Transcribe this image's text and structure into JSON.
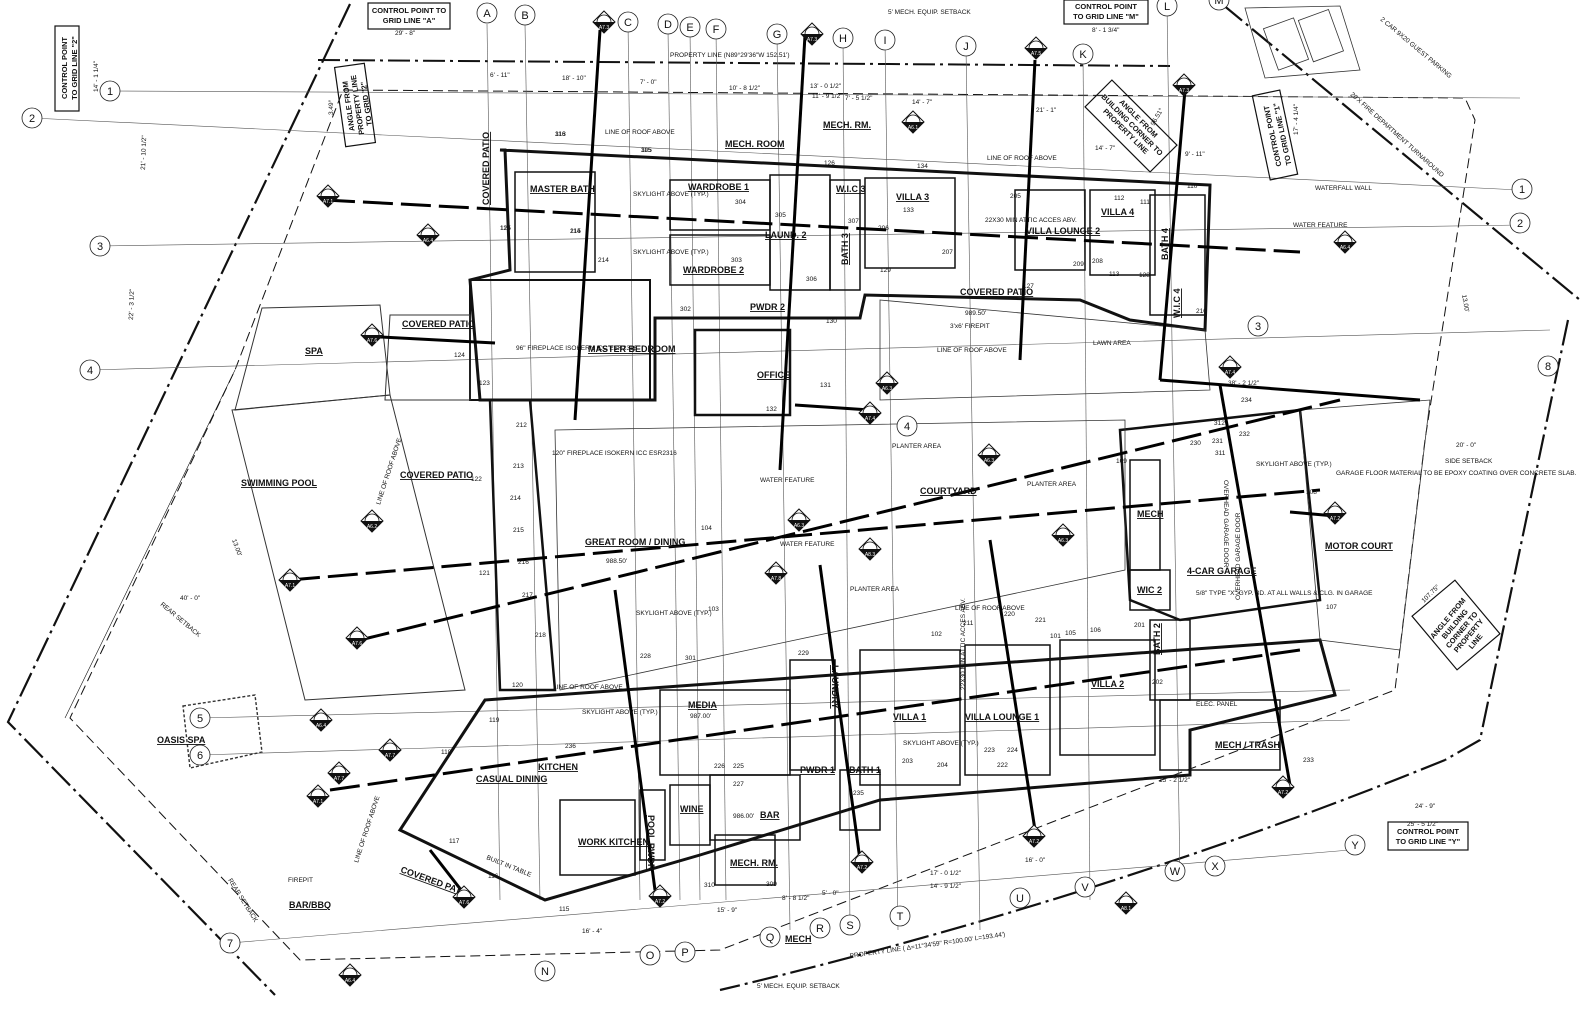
{
  "grid_bubbles_top": [
    "A",
    "B",
    "C",
    "D",
    "E",
    "F",
    "G",
    "H",
    "I",
    "J",
    "K",
    "L",
    "M"
  ],
  "grid_bubbles_left": [
    "1",
    "2",
    "3",
    "4",
    "5",
    "6",
    "7"
  ],
  "grid_bubbles_right": [
    "1",
    "2",
    "3",
    "4",
    "8"
  ],
  "grid_bubbles_bottom": [
    "N",
    "O",
    "P",
    "Q",
    "R",
    "S",
    "T",
    "U",
    "V",
    "W",
    "X",
    "Y"
  ],
  "callouts": {
    "control_a": "CONTROL POINT TO GRID LINE \"A\"",
    "control_2": "CONTROL POINT TO GRID LINE \"2\"",
    "control_m": "CONTROL POINT TO GRID LINE \"M\"",
    "control_1": "CONTROL POINT TO GRID LINE \"1\"",
    "control_y": "CONTROL POINT TO GRID LINE \"Y\"",
    "angle_prop_2": "ANGLE FROM PROPERTY LINE TO GRID \"2\"",
    "angle_bldg_prop": "ANGLE FROM BUILDING CORNER TO PROPERTY LINE",
    "angle_bldg_prop_2": "ANGLE FROM BUILDING CORNER TO PROPERTY LINE"
  },
  "rooms": {
    "master_bath": "MASTER BATH",
    "wardrobe1": "WARDROBE 1",
    "wardrobe2": "WARDROBE 2",
    "mech_room_top": "MECH. ROOM",
    "mech_rm": "MECH. RM.",
    "laund2": "LAUND. 2",
    "wic3": "W.I.C 3",
    "villa3": "VILLA 3",
    "villa4": "VILLA 4",
    "villa_lounge2": "VILLA LOUNGE 2",
    "bath3": "BATH 3",
    "bath4": "BATH 4",
    "wic4": "W.I.C 4",
    "pwdr2": "PWDR 2",
    "covered_patio_top": "COVERED PATIO",
    "covered_patio_left": "COVERED PATIO",
    "master_bedroom": "MASTER BEDROOM",
    "office": "OFFICE",
    "spa": "SPA",
    "swimming_pool": "SWIMMING POOL",
    "covered_patio_mid": "COVERED PATIO",
    "courtyard": "COURTYARD",
    "great_room": "GREAT ROOM / DINING",
    "mech_right": "MECH",
    "four_car_garage": "4-CAR GARAGE",
    "motor_court": "MOTOR COURT",
    "wic2": "WIC 2",
    "bath2": "BATH 2",
    "villa2": "VILLA 2",
    "villa1": "VILLA 1",
    "villa_lounge1": "VILLA LOUNGE 1",
    "laundry": "LAUNDRY",
    "media": "MEDIA",
    "pwdr1": "PWDR 1",
    "bath1": "BATH 1",
    "mech_trash": "MECH / TRASH",
    "elec_panel": "ELEC. PANEL",
    "kitchen": "KITCHEN",
    "casual_dining": "CASUAL DINING",
    "work_kitchen": "WORK KITCHEN",
    "pool_pwdr": "POOL PWDR",
    "wine": "WINE",
    "bar": "BAR",
    "mech_rm_bottom": "MECH. RM.",
    "mech_bottom": "MECH",
    "oasis_spa": "OASIS SPA",
    "covered_patio_bottom": "COVERED PATIO",
    "bar_bbq": "BAR/BBQ",
    "built_in_table": "BUILT IN TABLE",
    "firepit": "FIREPIT",
    "lawn_area": "LAWN AREA",
    "planter_area_1": "PLANTER AREA",
    "planter_area_2": "PLANTER AREA",
    "planter_area_3": "PLANTER AREA",
    "water_feature_1": "WATER FEATURE",
    "water_feature_2": "WATER FEATURE",
    "water_feature_3": "WATER FEATURE",
    "waterfall_wall": "WATERFALL WALL"
  },
  "notes": {
    "property_line_top": "PROPERTY LINE (N89°29'36\"W 152.51')",
    "property_line_bottom": "PROPERTY LINE ( Δ=11°34'59\" R=100.00' L=193.44')",
    "mech_setback_top": "5' MECH. EQUIP. SETBACK",
    "mech_setback_bottom": "5' MECH. EQUIP. SETBACK",
    "side_setback": "SIDE SETBACK",
    "rear_setback": "REAR SETBACK",
    "line_of_roof_above": "LINE OF ROOF ABOVE",
    "skylight_above": "SKYLIGHT ABOVE (TYP.)",
    "fireplace_96": "96\" FIREPLACE ISOKERN ICC ESR2316",
    "fireplace_120": "120\" FIREPLACE ISOKERN ICC ESR2316",
    "garage_floor": "GARAGE FLOOR MATERIAL TO BE EPOXY COATING OVER CONCRETE SLAB.",
    "overhead_door": "OVERHEAD GARAGE DOOR",
    "gyp": "5/8\" TYPE \"X\" GYP. BD. AT ALL WALLS & CLG. IN GARAGE",
    "attic_access": "22X30 MIN ATTIC ACCES ABV.",
    "guest_parking": "2 CAR 9X20 GUEST PARKING",
    "fire_turnaround": "20'X FIRE DEPARTMENT TURNAROUND",
    "elev_989": "989.50'",
    "elev_988": "988.50'",
    "elev_987": "987.00'",
    "elev_986": "986.00'",
    "fireplace_3x6": "3'x6' FIREPIT"
  },
  "dims": {
    "d_29_8": "29' - 8\"",
    "d_8_1_3_4": "8' - 1 3/4\"",
    "d_6_11": "6' - 11\"",
    "d_18_10": "18' - 10\"",
    "d_7_0": "7' - 0\"",
    "d_10_8_1_2": "10' - 8 1/2\"",
    "d_13_0_1_2": "13' - 0 1/2\"",
    "d_11_9_1_2": "11' - 9 1/2\"",
    "d_7_5_1_2": "7' - 5 1/2\"",
    "d_14_7": "14' - 7\"",
    "d_21_1": "21' - 1\"",
    "d_9_11": "9' - 11\"",
    "d_20_0": "20' - 0\"",
    "d_38_2_1_2": "38' - 2 1/2\"",
    "d_15_2_1_2": "15' - 2 1/2\"",
    "d_24_9": "24' - 9\"",
    "d_25_5_1_2": "25' - 5 1/2\"",
    "d_16_0": "16' - 0\"",
    "d_17_0_1_2": "17' - 0 1/2\"",
    "d_14_9_1_2": "14' - 9 1/2\"",
    "d_15_9": "15' - 9\"",
    "d_16_4": "16' - 4\"",
    "d_40_0": "40' - 0\"",
    "d_13_00": "13.00'",
    "d_21_10_1_2": "21' - 10 1/2\"",
    "d_22_3_1_2": "22' - 3 1/2\"",
    "d_17_4_1_4": "17' - 4 1/4\"",
    "d_14_1_1_4": "14' - 1 1/4\"",
    "d_96_51": "96.51°",
    "d_107_75": "107.75°",
    "d_3_49": "3.49°",
    "d_5_0": "5' - 0\"",
    "d_8_8_1_2": "8' - 8 1/2\""
  },
  "room_numbers": [
    "116",
    "115",
    "125",
    "215",
    "214",
    "124",
    "123",
    "212",
    "213",
    "214",
    "215",
    "216",
    "217",
    "218",
    "121",
    "122",
    "120",
    "119",
    "118",
    "117",
    "116",
    "115",
    "302",
    "303",
    "304",
    "305",
    "306",
    "307",
    "126",
    "127",
    "128",
    "129",
    "130",
    "131",
    "132",
    "133",
    "134",
    "113",
    "112",
    "111",
    "110",
    "109",
    "108",
    "107",
    "106",
    "105",
    "104",
    "103",
    "102",
    "101",
    "201",
    "202",
    "203",
    "204",
    "205",
    "206",
    "207",
    "208",
    "209",
    "210",
    "211",
    "220",
    "221",
    "222",
    "223",
    "224",
    "225",
    "226",
    "227",
    "228",
    "229",
    "230",
    "231",
    "232",
    "233",
    "234",
    "235",
    "236",
    "301",
    "309",
    "310",
    "311",
    "312",
    "313",
    "305",
    "113",
    "114"
  ],
  "section_markers": [
    "A7.3",
    "A7.1",
    "A7.5",
    "A7.6",
    "A7.7",
    "A7.2",
    "A7.4",
    "A7.8",
    "A6.1",
    "A6.2",
    "A6.3",
    "A6.4",
    "A8.1",
    "A8.3"
  ]
}
